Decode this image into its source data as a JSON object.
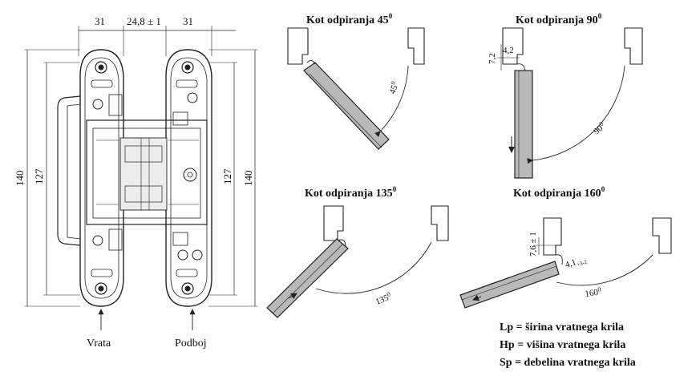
{
  "hinge": {
    "dim_top_left": "31",
    "dim_top_mid": "24,8 ± 1",
    "dim_top_right": "31",
    "dim_left_outer": "140",
    "dim_left_inner": "127",
    "dim_right_inner": "127",
    "dim_right_outer": "140",
    "label_door": "Vrata",
    "label_frame": "Podboj"
  },
  "panels": {
    "p45": {
      "title": "Kot odpiranja 45",
      "sup": "0",
      "angle": "45",
      "angle_sup": "0"
    },
    "p90": {
      "title": "Kot odpiranja 90",
      "sup": "0",
      "angle": "90",
      "angle_sup": "0",
      "dim_a": "4,2",
      "dim_b": "7,2"
    },
    "p135": {
      "title": "Kot odpiranja 135",
      "sup": "0",
      "angle": "135",
      "angle_sup": "0"
    },
    "p160": {
      "title": "Kot odpiranja 160",
      "sup": "0",
      "angle": "160",
      "angle_sup": "0",
      "dim_a": "7,6 ± 1",
      "dim_b": "4,1",
      "dim_b_sub": "+3-2"
    }
  },
  "legend": [
    "Lp = širina vratnega krila",
    "Hp = višina vratnega krila",
    "Sp = debelina vratnega krila"
  ]
}
